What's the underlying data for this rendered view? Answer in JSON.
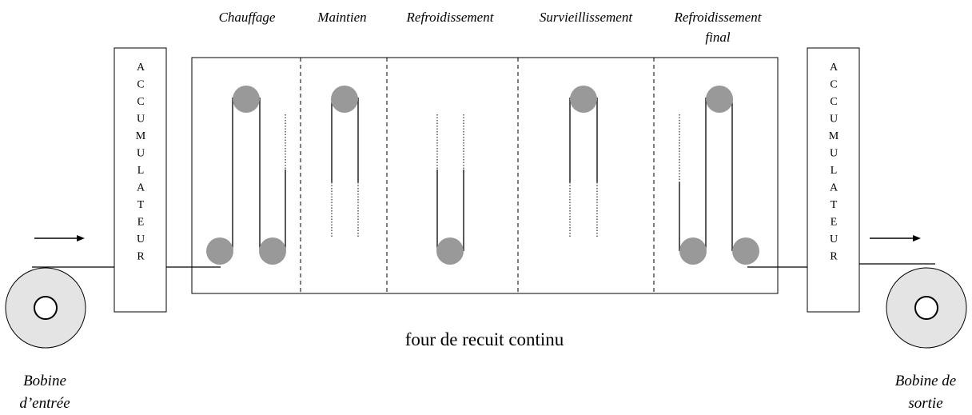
{
  "zones": [
    {
      "label": "Chauffage"
    },
    {
      "label": "Maintien"
    },
    {
      "label": "Refroidissement"
    },
    {
      "label": "Survieillissement"
    },
    {
      "label": "Refroidissement",
      "label2": "final"
    }
  ],
  "accumulator": {
    "letters": [
      "A",
      "C",
      "C",
      "U",
      "M",
      "U",
      "L",
      "A",
      "T",
      "E",
      "U",
      "R"
    ]
  },
  "furnace_caption": "four de recuit continu",
  "entry_coil": {
    "line1": "Bobine",
    "line2": "d’entrée"
  },
  "exit_coil": {
    "line1": "Bobine de",
    "line2": "sortie"
  },
  "colors": {
    "roller": "#999999",
    "stroke": "#000000",
    "background": "#ffffff"
  }
}
